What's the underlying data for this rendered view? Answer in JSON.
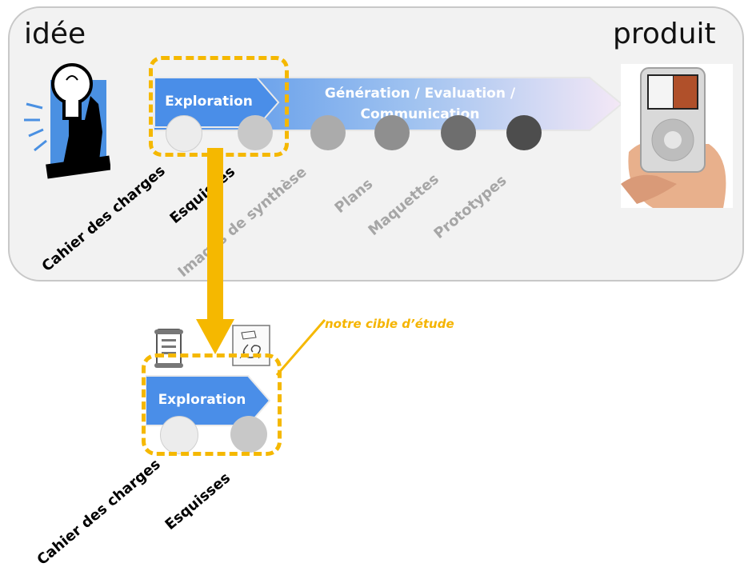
{
  "top": {
    "left_title": "idée",
    "right_title": "produit",
    "exploration_label": "Exploration",
    "pipeline_label_line1": "Génération / Evaluation /",
    "pipeline_label_line2": "Communication",
    "stages": [
      {
        "label": "Cahier des charges",
        "color": "#000000"
      },
      {
        "label": "Esquisses",
        "color": "#000000"
      },
      {
        "label": "Images de synthèse",
        "color": "#9a9a9a"
      },
      {
        "label": "Plans",
        "color": "#9a9a9a"
      },
      {
        "label": "Maquettes",
        "color": "#9a9a9a"
      },
      {
        "label": "Prototypes",
        "color": "#9a9a9a"
      }
    ]
  },
  "bottom": {
    "exploration_label": "Exploration",
    "target_label": "notre cible d’étude",
    "stages": [
      {
        "label": "Cahier des charges"
      },
      {
        "label": "Esquisses"
      }
    ]
  },
  "colors": {
    "accent_yellow": "#f5b800",
    "arrow_blue": "#4f8fe6",
    "panel_bg": "#f2f2f2"
  },
  "icons": {
    "idea": "lightbulb-person-icon",
    "product": "mp3-player-in-hand-icon",
    "spec": "document-icon",
    "sketch": "sketch-icon"
  }
}
